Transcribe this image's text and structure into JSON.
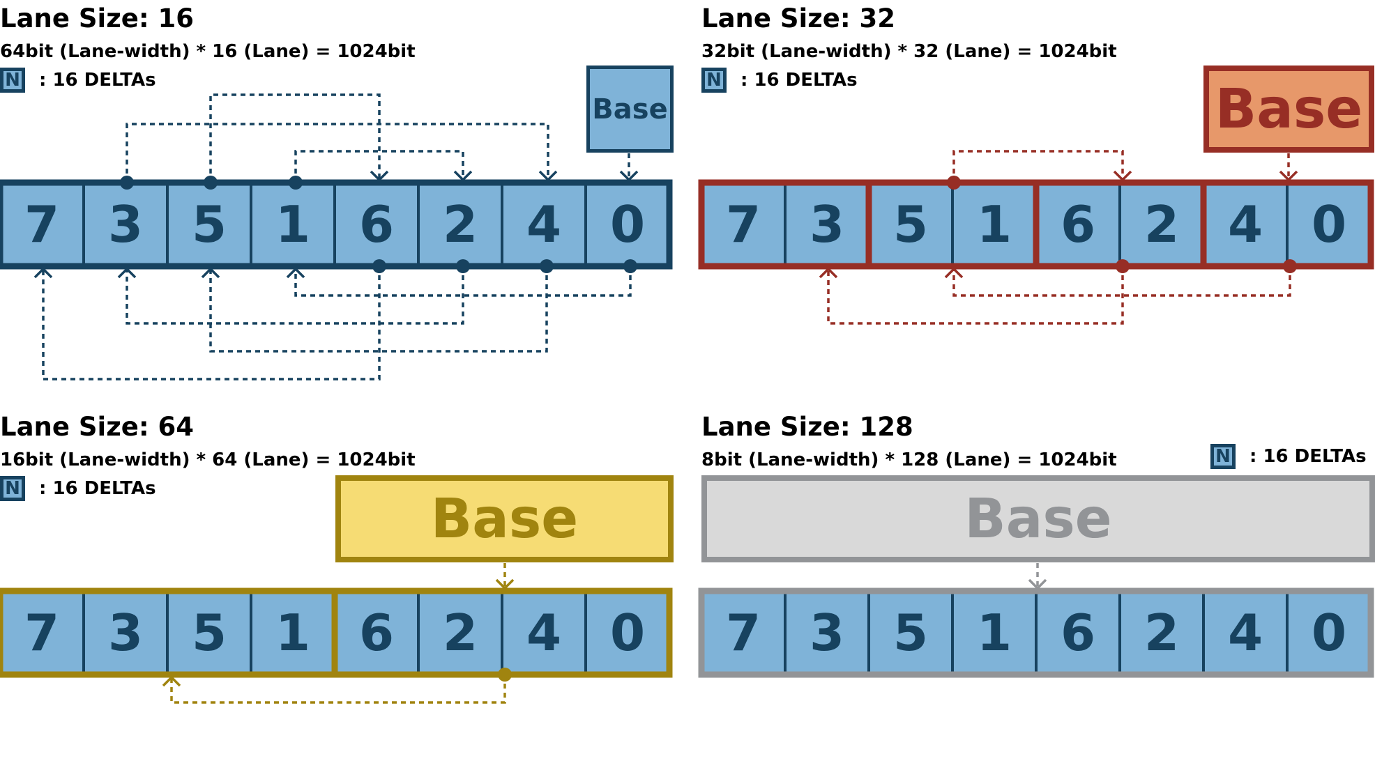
{
  "colors": {
    "lane_fill": "#7fb3d8",
    "lane_text": "#17425f",
    "panel16": "#17425f",
    "panel32": "#972e25",
    "panel32_base_fill": "#e7986a",
    "panel64": "#a0840f",
    "panel64_base_fill": "#f6dc74",
    "panel128": "#929497",
    "panel128_base_fill": "#d9d9d9"
  },
  "legend_icon": "n-square-icon",
  "panels": [
    {
      "title": "Lane Size: 16",
      "subtitle": "64bit (Lane-width) * 16 (Lane) = 1024bit",
      "legend": {
        "symbol": "N",
        "text": ": 16 DELTAs"
      },
      "base_label": "Base",
      "lanes": [
        "7",
        "3",
        "5",
        "1",
        "6",
        "2",
        "4",
        "0"
      ]
    },
    {
      "title": "Lane Size: 32",
      "subtitle": "32bit (Lane-width) * 32 (Lane) = 1024bit",
      "legend": {
        "symbol": "N",
        "text": ": 16 DELTAs"
      },
      "base_label": "Base",
      "lanes": [
        "7",
        "3",
        "5",
        "1",
        "6",
        "2",
        "4",
        "0"
      ]
    },
    {
      "title": "Lane Size: 64",
      "subtitle": "16bit (Lane-width) * 64 (Lane) = 1024bit",
      "legend": {
        "symbol": "N",
        "text": ": 16 DELTAs"
      },
      "base_label": "Base",
      "lanes": [
        "7",
        "3",
        "5",
        "1",
        "6",
        "2",
        "4",
        "0"
      ]
    },
    {
      "title": "Lane Size: 128",
      "subtitle": "8bit (Lane-width) * 128 (Lane) = 1024bit",
      "legend": {
        "symbol": "N",
        "text": ": 16 DELTAs"
      },
      "base_label": "Base",
      "lanes": [
        "7",
        "3",
        "5",
        "1",
        "6",
        "2",
        "4",
        "0"
      ]
    }
  ]
}
